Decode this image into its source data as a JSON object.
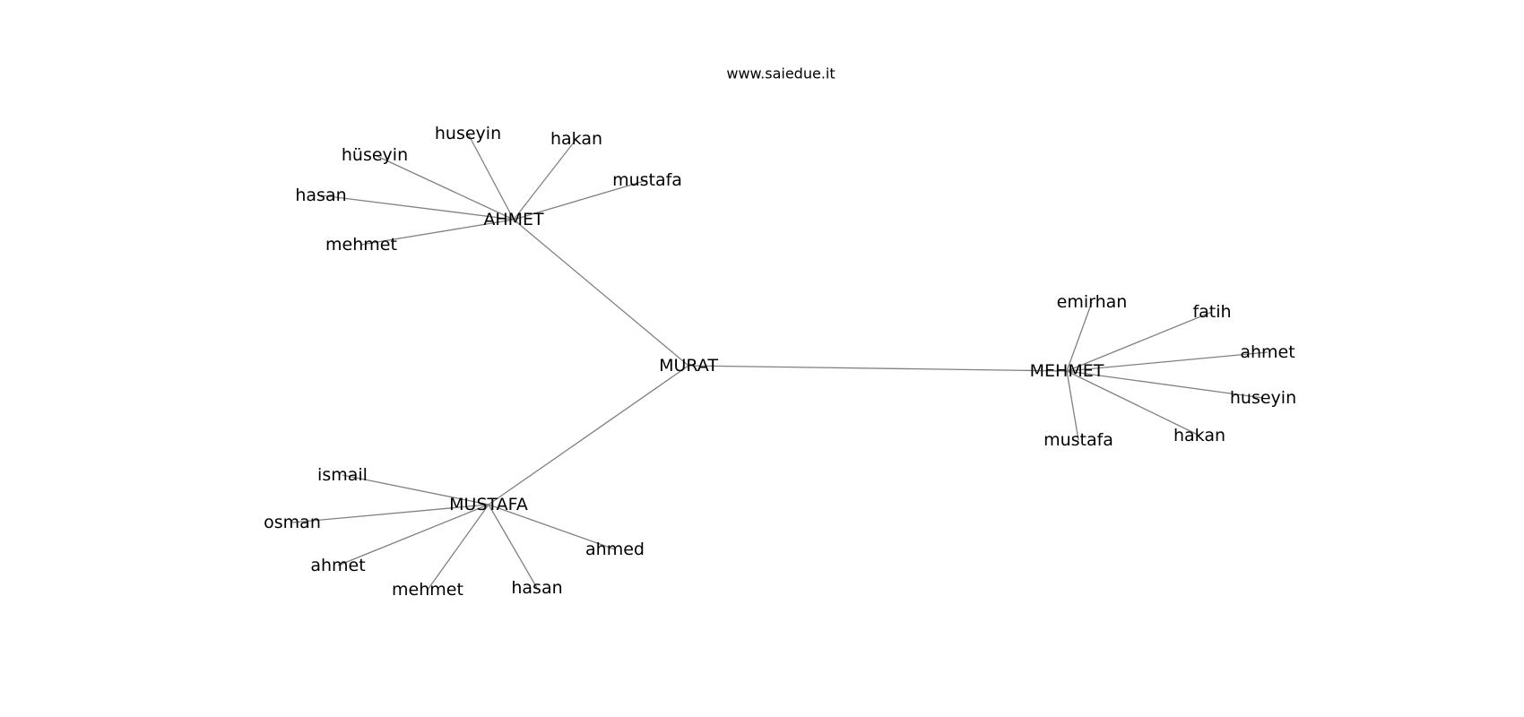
{
  "header": {
    "site": "www.saiedue.it"
  },
  "graph": {
    "nodes": [
      {
        "id": "murat",
        "label": "MURAT"
      },
      {
        "id": "ahmet",
        "label": "AHMET"
      },
      {
        "id": "mehmet",
        "label": "MEHMET"
      },
      {
        "id": "mustafa",
        "label": "MUSTAFA"
      },
      {
        "id": "ahmet_huseyin",
        "label": "huseyin"
      },
      {
        "id": "ahmet_hakan",
        "label": "hakan"
      },
      {
        "id": "ahmet_huseyin2",
        "label": "hüseyin"
      },
      {
        "id": "ahmet_mustafa",
        "label": "mustafa"
      },
      {
        "id": "ahmet_hasan",
        "label": "hasan"
      },
      {
        "id": "ahmet_mehmet",
        "label": "mehmet"
      },
      {
        "id": "mehmet_emirhan",
        "label": "emirhan"
      },
      {
        "id": "mehmet_fatih",
        "label": "fatih"
      },
      {
        "id": "mehmet_ahmet",
        "label": "ahmet"
      },
      {
        "id": "mehmet_huseyin",
        "label": "huseyin"
      },
      {
        "id": "mehmet_hakan",
        "label": "hakan"
      },
      {
        "id": "mehmet_mustafa",
        "label": "mustafa"
      },
      {
        "id": "mustafa_ismail",
        "label": "ismail"
      },
      {
        "id": "mustafa_osman",
        "label": "osman"
      },
      {
        "id": "mustafa_ahmet",
        "label": "ahmet"
      },
      {
        "id": "mustafa_mehmet",
        "label": "mehmet"
      },
      {
        "id": "mustafa_hasan",
        "label": "hasan"
      },
      {
        "id": "mustafa_ahmed",
        "label": "ahmed"
      }
    ],
    "edges": [
      [
        "murat",
        "ahmet"
      ],
      [
        "murat",
        "mehmet"
      ],
      [
        "murat",
        "mustafa"
      ],
      [
        "ahmet",
        "ahmet_huseyin"
      ],
      [
        "ahmet",
        "ahmet_hakan"
      ],
      [
        "ahmet",
        "ahmet_huseyin2"
      ],
      [
        "ahmet",
        "ahmet_mustafa"
      ],
      [
        "ahmet",
        "ahmet_hasan"
      ],
      [
        "ahmet",
        "ahmet_mehmet"
      ],
      [
        "mehmet",
        "mehmet_emirhan"
      ],
      [
        "mehmet",
        "mehmet_fatih"
      ],
      [
        "mehmet",
        "mehmet_ahmet"
      ],
      [
        "mehmet",
        "mehmet_huseyin"
      ],
      [
        "mehmet",
        "mehmet_hakan"
      ],
      [
        "mehmet",
        "mehmet_mustafa"
      ],
      [
        "mustafa",
        "mustafa_ismail"
      ],
      [
        "mustafa",
        "mustafa_osman"
      ],
      [
        "mustafa",
        "mustafa_ahmet"
      ],
      [
        "mustafa",
        "mustafa_mehmet"
      ],
      [
        "mustafa",
        "mustafa_hasan"
      ],
      [
        "mustafa",
        "mustafa_ahmed"
      ]
    ],
    "edge_color": "#808080",
    "label_color": "#000000"
  }
}
